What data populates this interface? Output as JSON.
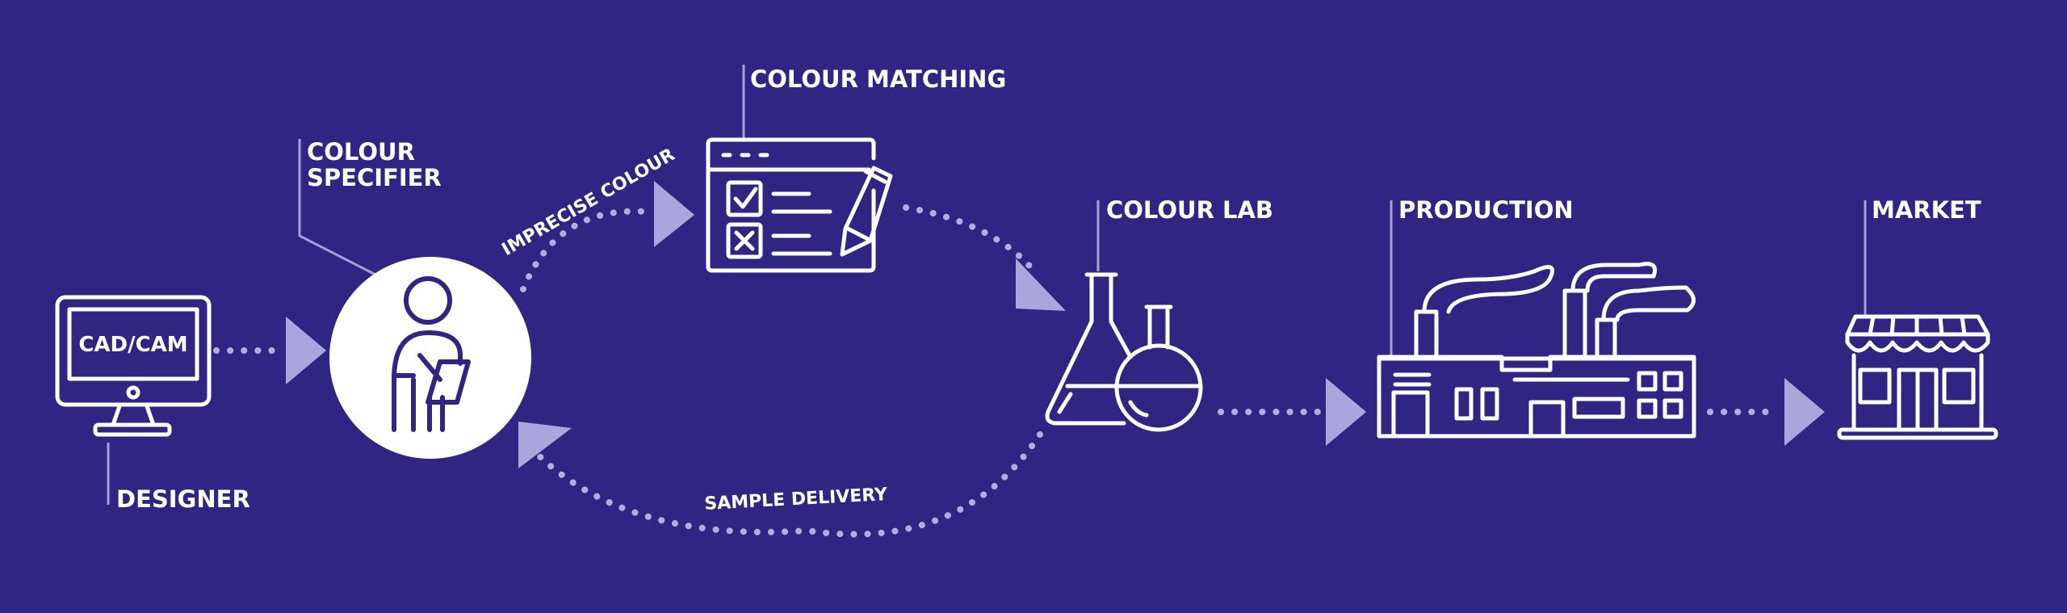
{
  "colors": {
    "background": "#312584",
    "line": "#ffffff",
    "leader": "#a69ed8",
    "dots": "#b3aee0",
    "arrow": "#aba5dd",
    "circle": "#ffffff",
    "figure": "#312584"
  },
  "nodes": [
    {
      "id": "designer",
      "label": "DESIGNER",
      "icon": "monitor-icon",
      "screen_text": "CAD/CAM"
    },
    {
      "id": "colour-specifier",
      "label_lines": [
        "COLOUR",
        "SPECIFIER"
      ],
      "icon": "person-clipboard-icon"
    },
    {
      "id": "colour-matching",
      "label": "COLOUR MATCHING",
      "icon": "checklist-pencil-icon"
    },
    {
      "id": "colour-lab",
      "label": "COLOUR LAB",
      "icon": "lab-flasks-icon"
    },
    {
      "id": "production",
      "label": "PRODUCTION",
      "icon": "factory-icon"
    },
    {
      "id": "market",
      "label": "MARKET",
      "icon": "storefront-icon"
    }
  ],
  "edges": [
    {
      "from": "designer",
      "to": "colour-specifier",
      "label": ""
    },
    {
      "from": "colour-specifier",
      "to": "colour-matching",
      "label": "IMPRECISE COLOUR"
    },
    {
      "from": "colour-matching",
      "to": "colour-lab",
      "label": ""
    },
    {
      "from": "colour-lab",
      "to": "colour-specifier",
      "label": "SAMPLE DELIVERY"
    },
    {
      "from": "colour-lab",
      "to": "production",
      "label": ""
    },
    {
      "from": "production",
      "to": "market",
      "label": ""
    }
  ]
}
